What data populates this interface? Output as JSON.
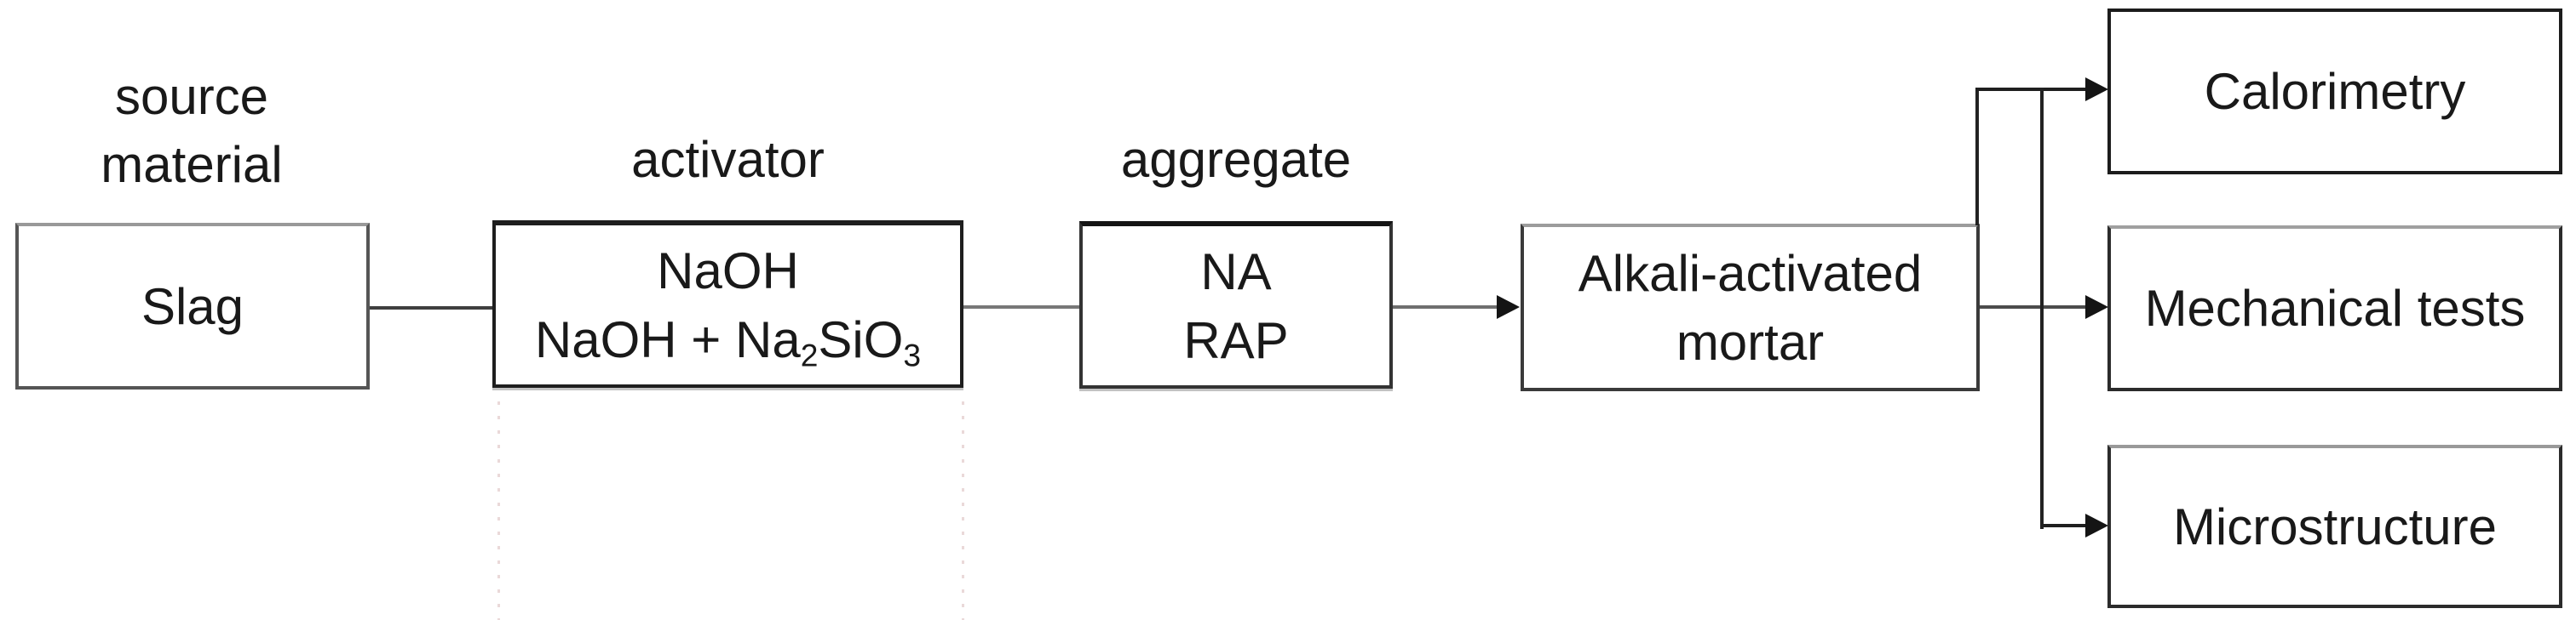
{
  "figure": {
    "type": "flowchart",
    "description": "Experimental program flow: source material and activator and aggregate combined into alkali-activated mortar, which is evaluated by three test groups",
    "background_color": "#ffffff",
    "text_color": "#191919",
    "line_color": "#3f3f3f",
    "arrow_color": "#141414",
    "labels": {
      "source_material_line1": "source",
      "source_material_line2": "material",
      "activator": "activator",
      "aggregate": "aggregate"
    },
    "boxes": {
      "slag": {
        "line1": "Slag"
      },
      "activator": {
        "line1": "NaOH",
        "line2": "NaOH + Na₂SiO₃"
      },
      "aggregate": {
        "line1": "NA",
        "line2": "RAP"
      },
      "mortar": {
        "line1": "Alkali-activated",
        "line2": "mortar"
      },
      "calorimetry": {
        "line1": "Calorimetry"
      },
      "mechanical": {
        "line1": "Mechanical tests"
      },
      "microstructure": {
        "line1": "Microstructure"
      }
    },
    "edges": [
      {
        "from": "slag",
        "to": "activator",
        "arrowhead": false
      },
      {
        "from": "activator",
        "to": "aggregate",
        "arrowhead": false
      },
      {
        "from": "aggregate",
        "to": "mortar",
        "arrowhead": true
      },
      {
        "from": "mortar",
        "to": "calorimetry",
        "arrowhead": true
      },
      {
        "from": "mortar",
        "to": "mechanical",
        "arrowhead": true
      },
      {
        "from": "mortar",
        "to": "microstructure",
        "arrowhead": true
      }
    ]
  }
}
